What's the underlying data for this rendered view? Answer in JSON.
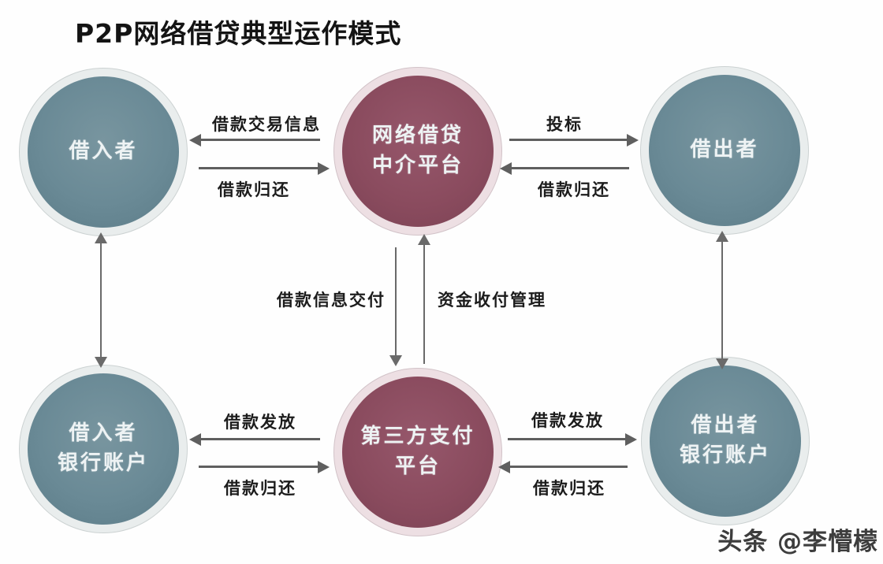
{
  "title": "P2P网络借贷典型运作模式",
  "watermark": "头条 @李懵檬",
  "nodes": {
    "borrower": {
      "label": "借入者"
    },
    "platform": {
      "line1": "网络借贷",
      "line2": "中介平台"
    },
    "lender": {
      "label": "借出者"
    },
    "borrower_bank": {
      "line1": "借入者",
      "line2": "银行账户"
    },
    "third_party": {
      "line1": "第三方支付",
      "line2": "平台"
    },
    "lender_bank": {
      "line1": "借出者",
      "line2": "银行账户"
    }
  },
  "edges": {
    "borrower_platform_top": "借款交易信息",
    "borrower_platform_bottom": "借款归还",
    "platform_lender_top": "投标",
    "platform_lender_bottom": "借款归还",
    "platform_thirdparty_left": "借款信息交付",
    "platform_thirdparty_right": "资金收付管理",
    "borrowerbank_thirdparty_top": "借款发放",
    "borrowerbank_thirdparty_bottom": "借款归还",
    "thirdparty_lenderbank_top": "借款发放",
    "thirdparty_lenderbank_bottom": "借款归还"
  },
  "colors": {
    "teal_node": "#6a8a96",
    "maroon_node": "#8a4b5e",
    "teal_ring": "#e9eded",
    "maroon_ring": "#eddfe3",
    "arrow": "#5f5f5f",
    "edge_label_text": "#1c1c1c",
    "node_text": "#eef3f4",
    "watermark_text": "#3d3d3d"
  }
}
